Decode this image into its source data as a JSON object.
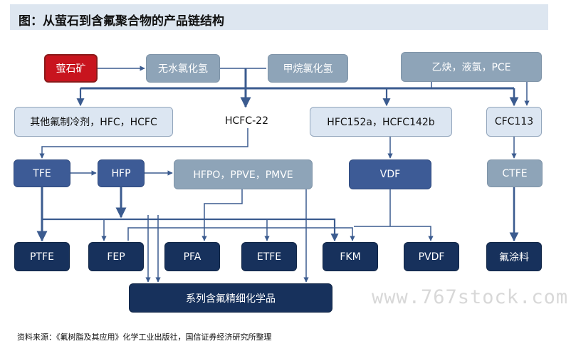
{
  "header": {
    "title": "图：从萤石到含氟聚合物的产品链结构"
  },
  "nodes": {
    "fluorite": "萤石矿",
    "anhydrous_hf": "无水氯化氢",
    "methane_chloride": "甲烷氯化氢",
    "acetylene_chlorine_pce": "乙炔，液氯，PCE",
    "other_refrigerants": "其他氟制冷剂，HFC，HCFC",
    "hcfc22": "HCFC-22",
    "hfc152a_hcfc142b": "HFC152a，HCFC142b",
    "cfc113": "CFC113",
    "tfe": "TFE",
    "hfp": "HFP",
    "hfpo_ppve_pmve": "HFPO，PPVE，PMVE",
    "vdf": "VDF",
    "ctfe": "CTFE",
    "ptfe": "PTFE",
    "fep": "FEP",
    "pfa": "PFA",
    "etfe": "ETFE",
    "fkm": "FKM",
    "pvdf": "PVDF",
    "fluoro_coating": "氟涂料",
    "fine_chemicals": "系列含氟精细化学品"
  },
  "footer": {
    "source": "资料来源：《氟树脂及其应用》化学工业出版社，国信证券经济研究所整理",
    "watermark": "www.767stock.com"
  },
  "colors": {
    "red": "#c8141e",
    "grey": "#8ea4b8",
    "light_blue": "#dce6f2",
    "medium_blue": "#3d5b96",
    "navy": "#17315c",
    "line": "#3b5b8f"
  }
}
